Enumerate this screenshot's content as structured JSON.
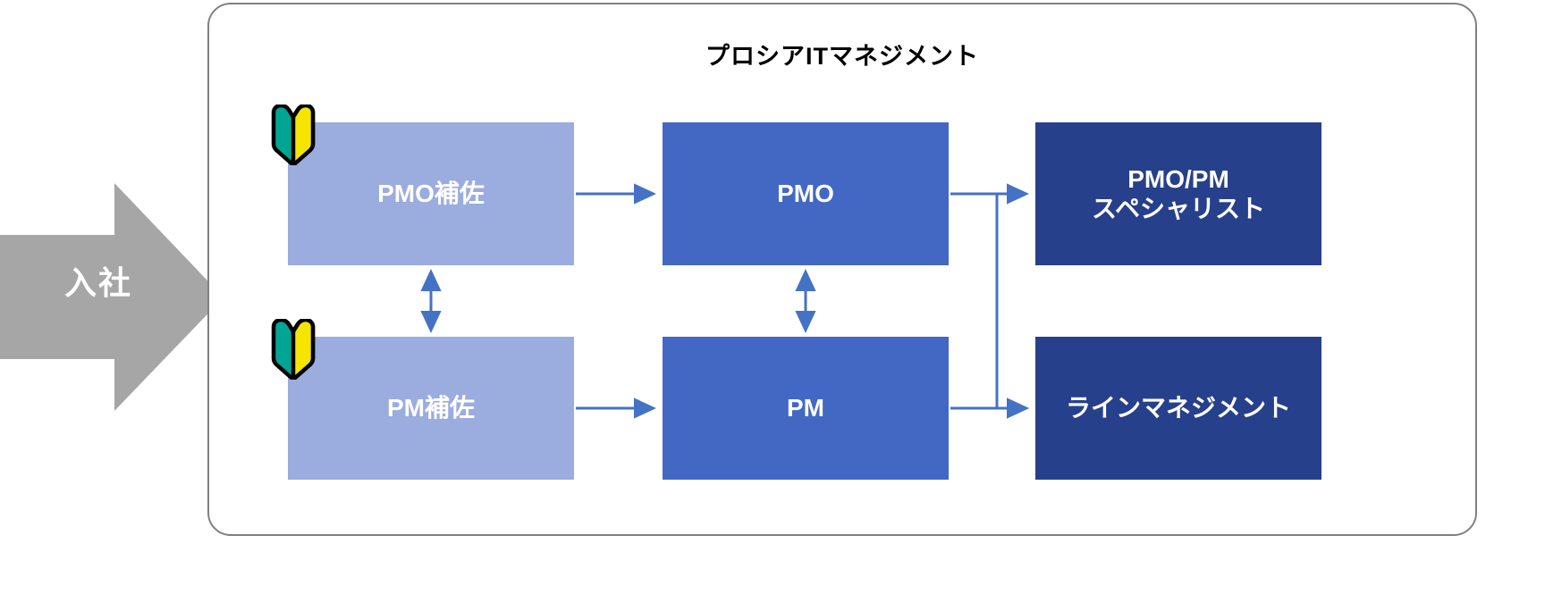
{
  "diagram": {
    "type": "career-path-flow",
    "panel_title": "プロシアITマネジメント",
    "entry": {
      "label": "入社",
      "shape": "right-arrow",
      "color": "#A6A6A6",
      "text_color": "#FFFFFF"
    },
    "colors": {
      "level1_box": "#9BACDE",
      "level2_box": "#4268C4",
      "level3_box": "#27408B",
      "connector": "#4472C4",
      "panel_border": "#808080",
      "wakaba_green": "#00A693",
      "wakaba_yellow": "#F5E500",
      "wakaba_outline": "#000000",
      "background": "#FFFFFF"
    },
    "boxes": [
      {
        "id": "pmo-assist",
        "label": "PMO補佐",
        "level": 1,
        "row": "top",
        "col": 1,
        "has_beginner_mark": true
      },
      {
        "id": "pm-assist",
        "label": "PM補佐",
        "level": 1,
        "row": "bottom",
        "col": 1,
        "has_beginner_mark": true
      },
      {
        "id": "pmo",
        "label": "PMO",
        "level": 2,
        "row": "top",
        "col": 2,
        "has_beginner_mark": false
      },
      {
        "id": "pm",
        "label": "PM",
        "level": 2,
        "row": "bottom",
        "col": 2,
        "has_beginner_mark": false
      },
      {
        "id": "specialist",
        "label_line1": "PMO/PM",
        "label_line2": "スペシャリスト",
        "level": 3,
        "row": "top",
        "col": 3,
        "has_beginner_mark": false
      },
      {
        "id": "line-mgmt",
        "label": "ラインマネジメント",
        "level": 3,
        "row": "bottom",
        "col": 3,
        "has_beginner_mark": false
      }
    ],
    "connections": [
      {
        "from": "pmo-assist",
        "to": "pmo",
        "style": "single-arrow",
        "direction": "right"
      },
      {
        "from": "pm-assist",
        "to": "pm",
        "style": "single-arrow",
        "direction": "right"
      },
      {
        "from": "pmo-assist",
        "to": "pm-assist",
        "style": "double-arrow",
        "direction": "vertical"
      },
      {
        "from": "pmo",
        "to": "pm",
        "style": "double-arrow",
        "direction": "vertical"
      },
      {
        "from": "pmo",
        "to": "specialist",
        "style": "single-arrow",
        "direction": "right"
      },
      {
        "from": "pmo",
        "to": "line-mgmt",
        "style": "single-arrow",
        "direction": "elbow-down-right"
      }
    ],
    "icons": {
      "beginner_mark": "wakaba-beginner-mark-icon"
    }
  }
}
